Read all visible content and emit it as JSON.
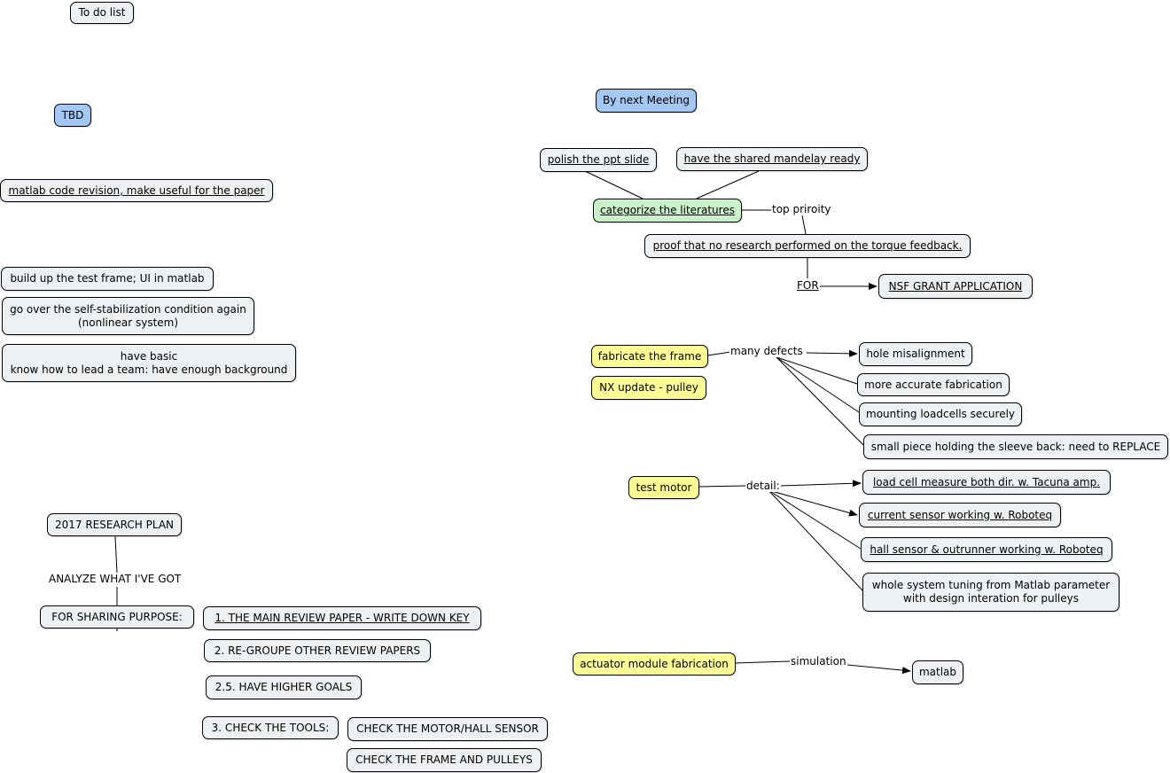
{
  "nodes": {
    "todo": "To do list",
    "tbd": "TBD",
    "matlab_code": "matlab code revision, make useful for the paper",
    "test_frame": "build up the test frame; UI in matlab",
    "self_stab_1": "go over the self-stabilization condition again",
    "self_stab_2": "(nonlinear system)",
    "basic_1": "have basic",
    "basic_2": "know how to lead a team: have enough background",
    "plan_2017": "2017 RESEARCH PLAN",
    "sharing": "FOR SHARING PURPOSE:",
    "main_review": "1. THE MAIN REVIEW PAPER - WRITE DOWN KEY",
    "regroupe": "2. RE-GROUPE OTHER REVIEW PAPERS",
    "higher_goals": "2.5. HAVE HIGHER GOALS",
    "check_tools": "3. CHECK THE TOOLS:",
    "check_motor": "CHECK THE MOTOR/HALL SENSOR",
    "check_frame": "CHECK THE FRAME AND PULLEYS",
    "next_meeting": "By next Meeting",
    "polish": "polish the ppt slide",
    "mandelay": "have the shared mandelay ready",
    "categorize": "categorize the literatures",
    "proof": "proof that no research performed on the torque feedback.",
    "nsf": "NSF GRANT APPLICATION",
    "fabricate": "fabricate the frame",
    "nx_update": "NX update - pulley",
    "hole": "hole misalignment",
    "accurate": "more accurate fabrication",
    "mounting": "mounting loadcells securely",
    "small_piece": "small piece holding the sleeve back: need to REPLACE",
    "test_motor": "test motor",
    "load_cell": "load cell measure both dir. w. Tacuna amp.",
    "current_sensor": "current sensor working w. Roboteq",
    "hall_sensor": "hall sensor & outrunner working w. Roboteq",
    "tuning_1": "whole system tuning from Matlab parameter",
    "tuning_2": "with design interation for pulleys",
    "actuator": "actuator module fabrication",
    "matlab": "matlab"
  },
  "labels": {
    "analyze": "ANALYZE WHAT I'VE GOT",
    "top_priority": "top priroity",
    "for": "FOR",
    "many_defects": "many defects",
    "detail": "detail:",
    "simulation": "simulation"
  },
  "colors": {
    "default": "#eef1f3",
    "blue": "#a4c8f5",
    "green": "#c8f3c8",
    "yellow": "#fdfd96"
  }
}
